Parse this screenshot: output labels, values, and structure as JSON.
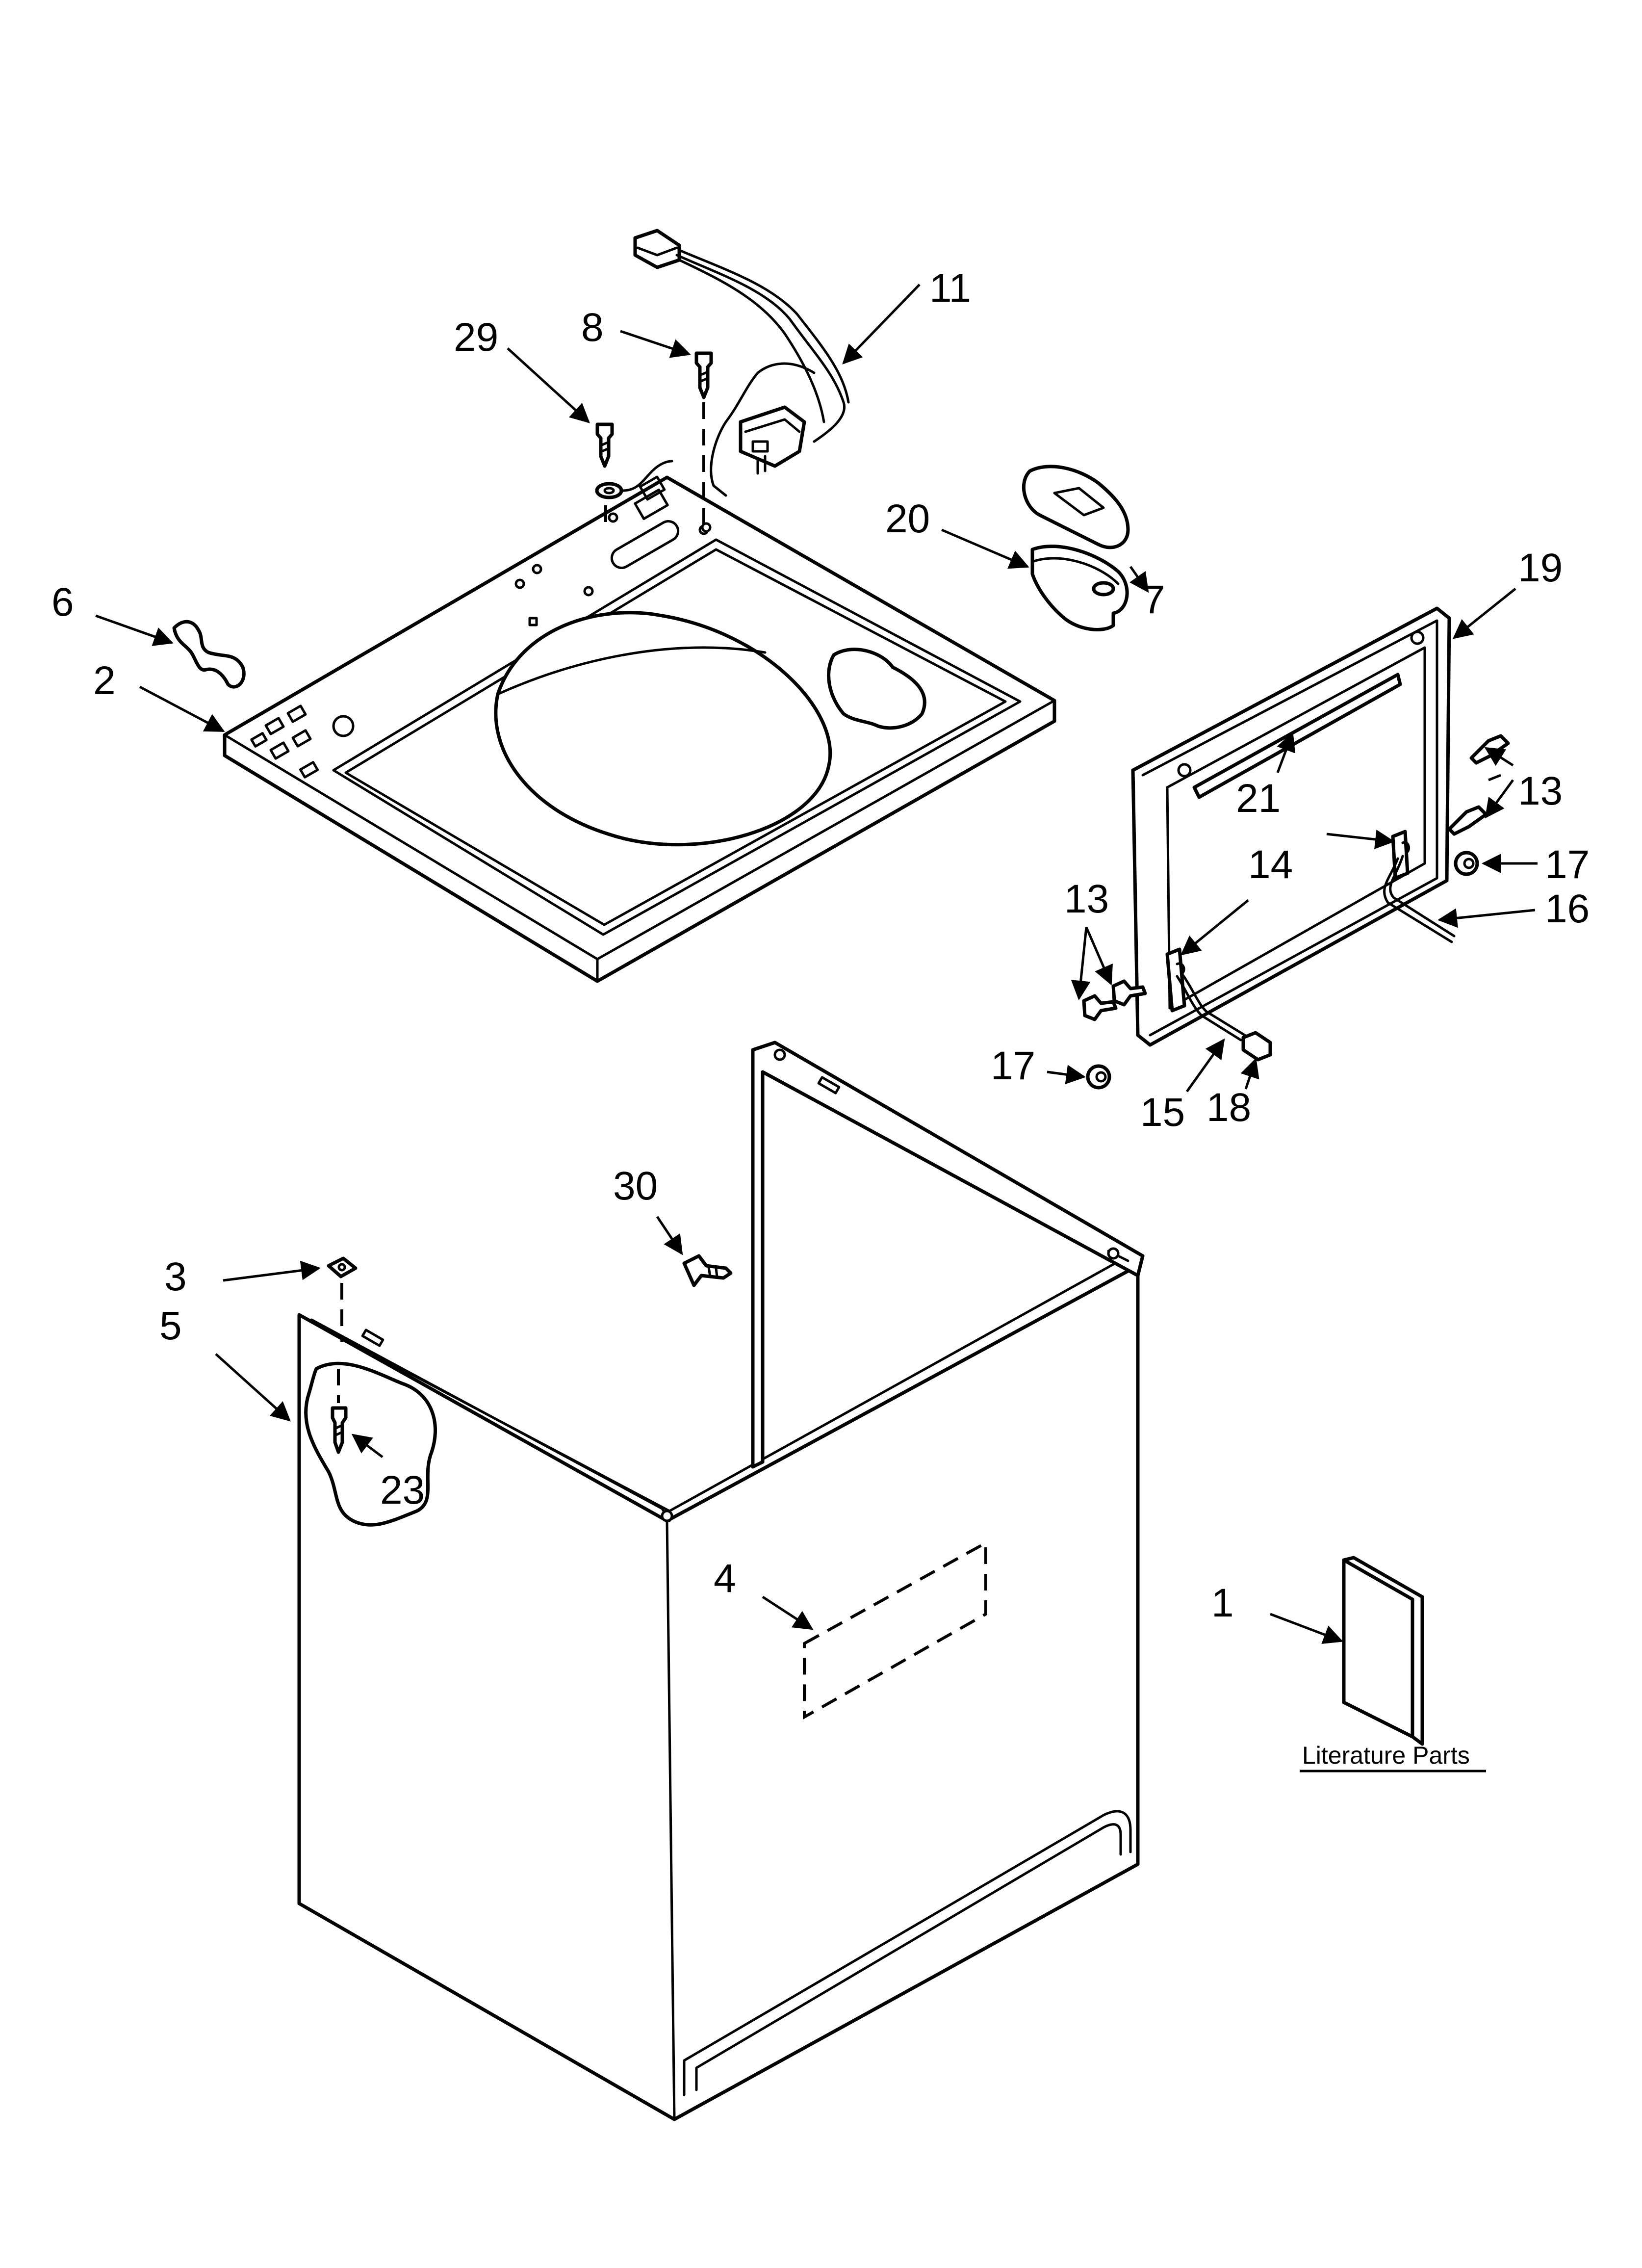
{
  "callouts": {
    "c1": "1",
    "c2": "2",
    "c3": "3",
    "c4": "4",
    "c5": "5",
    "c6": "6",
    "c7": "7",
    "c8": "8",
    "c11": "11",
    "c13a": "13",
    "c13b": "13",
    "c14": "14",
    "c15": "15",
    "c16": "16",
    "c17a": "17",
    "c17b": "17",
    "c18": "18",
    "c19": "19",
    "c20": "20",
    "c21": "21",
    "c23": "23",
    "c29": "29",
    "c30": "30"
  },
  "literature_label": "Literature Parts"
}
